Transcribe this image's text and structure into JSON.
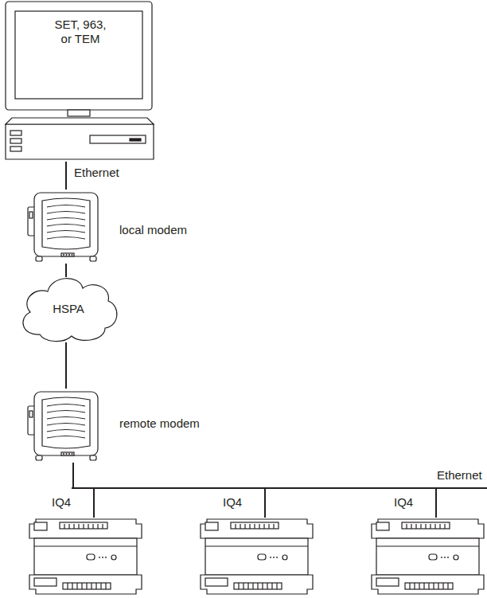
{
  "diagram": {
    "nodes": [
      {
        "text": [
          "SET, 963, or TEM"
        ]
      },
      {
        "text": [
          "local modem"
        ]
      },
      {
        "text": [
          "HSPA"
        ]
      },
      {
        "text": [
          "remote modem"
        ]
      },
      {
        "text": [
          "IQ4"
        ]
      },
      {
        "text": [
          "IQ4"
        ]
      },
      {
        "text": [
          "IQ4"
        ]
      }
    ],
    "edges": [
      {
        "from": 0,
        "to": 1,
        "label": "Ethernet",
        "arrow": "none"
      },
      {
        "from": 1,
        "to": 2,
        "arrow": "none"
      },
      {
        "from": 2,
        "to": 3,
        "arrow": "none"
      },
      {
        "from": 3,
        "to": 4,
        "arrow": "none"
      },
      {
        "from": 3,
        "to": 5,
        "arrow": "none"
      },
      {
        "from": 3,
        "to": 6,
        "label": "Ethernet",
        "arrow": "none"
      }
    ]
  }
}
